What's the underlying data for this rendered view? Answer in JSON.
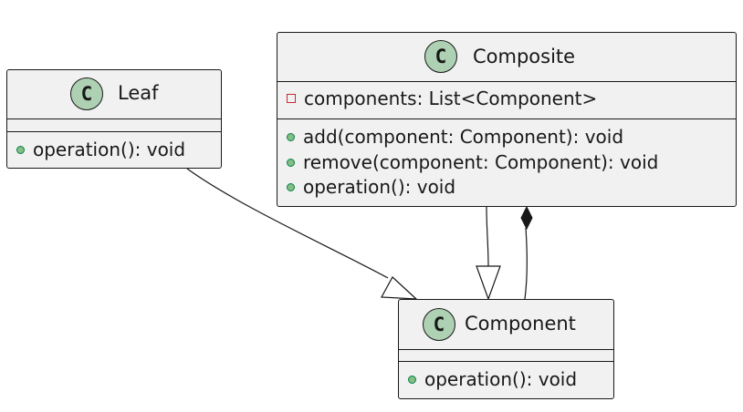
{
  "classes": {
    "leaf": {
      "icon_letter": "C",
      "name": "Leaf",
      "methods": [
        "operation(): void"
      ]
    },
    "composite": {
      "icon_letter": "C",
      "name": "Composite",
      "fields": [
        "components: List<Component>"
      ],
      "methods": [
        "add(component: Component): void",
        "remove(component: Component): void",
        "operation(): void"
      ]
    },
    "component": {
      "icon_letter": "C",
      "name": "Component",
      "methods": [
        "operation(): void"
      ]
    }
  },
  "relations": [
    {
      "from": "Leaf",
      "to": "Component",
      "type": "generalization"
    },
    {
      "from": "Composite",
      "to": "Component",
      "type": "generalization"
    },
    {
      "from": "Composite",
      "to": "Component",
      "type": "composition"
    }
  ],
  "colors": {
    "class_fill": "#f1f1f1",
    "class_icon": "#add1b2",
    "public_marker": "#84be84",
    "private_marker": "#c82930",
    "line": "#181818"
  }
}
